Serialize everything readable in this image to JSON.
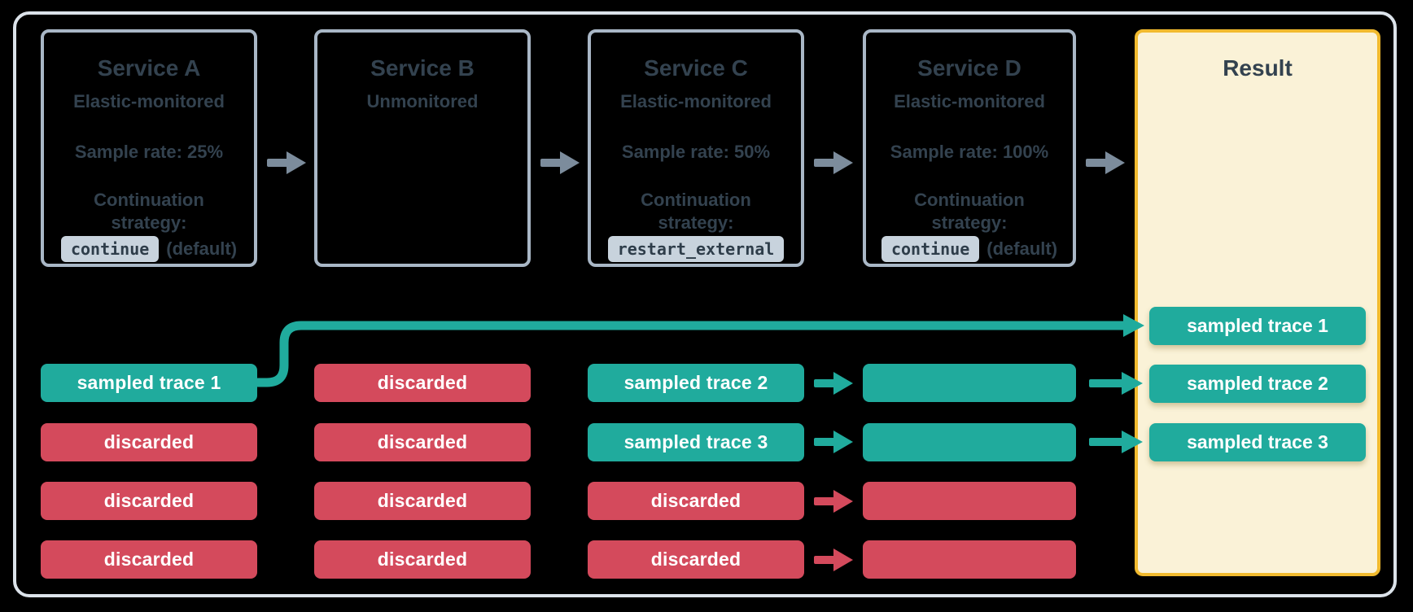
{
  "palette": {
    "background": "#000000",
    "frame_border": "#DCE3EA",
    "service_border": "#A9B7C6",
    "text_dark": "#33424F",
    "code_badge_bg": "#C8D3DD",
    "sampled_teal": "#20AB9D",
    "discarded_red": "#D44A5C",
    "flow_arrow_gray": "#7C8C9C",
    "result_border": "#F1BA2E",
    "result_bg": "#FAF2D7"
  },
  "services": [
    {
      "title": "Service A",
      "monitoring": "Elastic-monitored",
      "sample_rate": "Sample rate: 25%",
      "strategy_label": "Continuation strategy:",
      "strategy_code": "continue",
      "strategy_note": "(default)"
    },
    {
      "title": "Service B",
      "monitoring": "Unmonitored"
    },
    {
      "title": "Service C",
      "monitoring": "Elastic-monitored",
      "sample_rate": "Sample rate: 50%",
      "strategy_label": "Continuation strategy:",
      "strategy_code": "restart_external"
    },
    {
      "title": "Service D",
      "monitoring": "Elastic-monitored",
      "sample_rate": "Sample rate: 100%",
      "strategy_label": "Continuation strategy:",
      "strategy_code": "continue",
      "strategy_note": "(default)"
    }
  ],
  "trace_columns": [
    {
      "service": "Service A",
      "traces": [
        {
          "label": "sampled trace 1",
          "status": "sampled"
        },
        {
          "label": "discarded",
          "status": "discarded"
        },
        {
          "label": "discarded",
          "status": "discarded"
        },
        {
          "label": "discarded",
          "status": "discarded"
        }
      ]
    },
    {
      "service": "Service B",
      "traces": [
        {
          "label": "discarded",
          "status": "discarded"
        },
        {
          "label": "discarded",
          "status": "discarded"
        },
        {
          "label": "discarded",
          "status": "discarded"
        },
        {
          "label": "discarded",
          "status": "discarded"
        }
      ]
    },
    {
      "service": "Service C",
      "traces": [
        {
          "label": "sampled trace 2",
          "status": "sampled"
        },
        {
          "label": "sampled trace 3",
          "status": "sampled"
        },
        {
          "label": "discarded",
          "status": "discarded"
        },
        {
          "label": "discarded",
          "status": "discarded"
        }
      ]
    },
    {
      "service": "Service D",
      "traces": [
        {
          "label": "",
          "status": "sampled"
        },
        {
          "label": "",
          "status": "sampled"
        },
        {
          "label": "",
          "status": "discarded"
        },
        {
          "label": "",
          "status": "discarded"
        }
      ]
    }
  ],
  "result": {
    "title": "Result",
    "traces": [
      {
        "label": "sampled trace 1",
        "status": "sampled"
      },
      {
        "label": "sampled trace 2",
        "status": "sampled"
      },
      {
        "label": "sampled trace 3",
        "status": "sampled"
      }
    ]
  }
}
